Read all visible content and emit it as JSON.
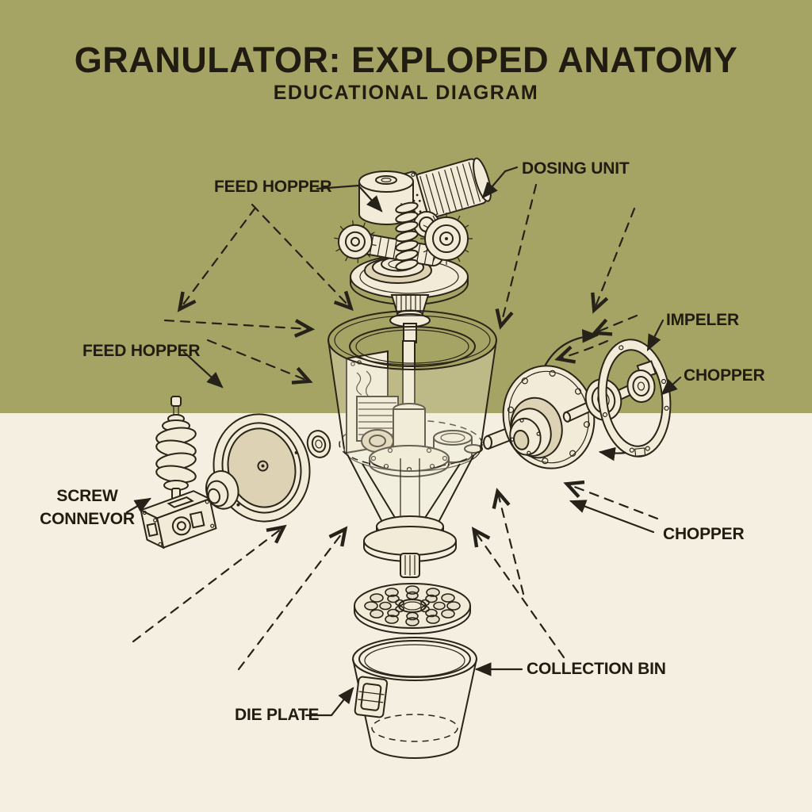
{
  "header": {
    "title": "GRANULATOR: EXPLOPED ANATOMY",
    "subtitle": "EDUCATIONAL DIAGRAM"
  },
  "labels": {
    "feed_hopper_top": "FEED HOPPER",
    "dosing_unit": "DOSING UNIT",
    "impeller": "IMPELER",
    "chopper_right": "CHOPPER",
    "feed_hopper_left": "FEED HOPPER",
    "screw_conveyor_line1": "SCREW",
    "screw_conveyor_line2": "CONNEVOR",
    "chopper_bottom": "CHOPPER",
    "collection_bin": "COLLECTION BIN",
    "die_plate": "DIE PLATE"
  },
  "colors": {
    "background_top": "#a6a464",
    "background_bottom": "#f4efe0",
    "line_ink": "#2b2519",
    "text_ink": "#211c11",
    "part_fill": "#f1ebd7",
    "part_shade": "#ddd2b3"
  },
  "depicted_parts": [
    "dosing-unit-assembly",
    "drive-motor",
    "feed-drum",
    "feed-screw",
    "worm-shaft",
    "drive-gears",
    "rotary-table",
    "process-bowl",
    "internal-drive",
    "discharge-cone",
    "outlet-flange",
    "die-plate",
    "collection-bin",
    "screw-auger",
    "conveyor-gearbox",
    "hand-wheel",
    "seal-ring",
    "drive-flange",
    "shaft-bearing",
    "impeller-ring"
  ]
}
